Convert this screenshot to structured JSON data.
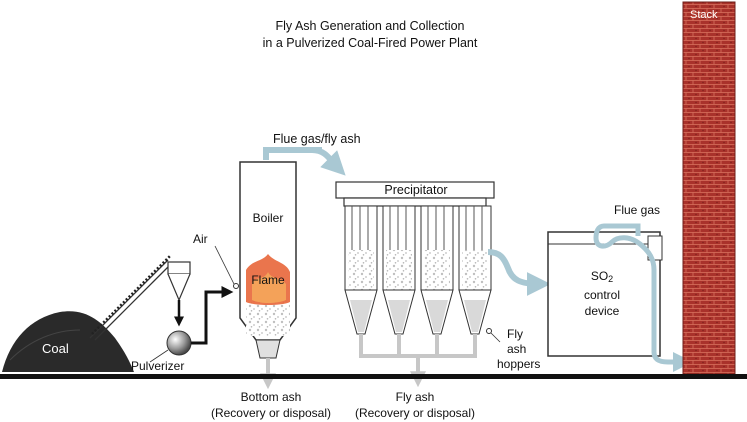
{
  "title": {
    "line1": "Fly Ash Generation and Collection",
    "line2": "in a Pulverized Coal-Fired Power Plant"
  },
  "labels": {
    "coal": "Coal",
    "pulverizer": "Pulverizer",
    "air": "Air",
    "boiler": "Boiler",
    "flame": "Flame",
    "flue_gas_fly_ash": "Flue gas/fly ash",
    "precipitator": "Precipitator",
    "so2_prefix": "SO",
    "so2_sub": "2",
    "so2_line2": "control",
    "so2_line3": "device",
    "flue_gas": "Flue gas",
    "stack": "Stack",
    "hoppers_line1": "Fly",
    "hoppers_line2": "ash",
    "hoppers_line3": "hoppers",
    "bottom_ash_line1": "Bottom ash",
    "bottom_ash_line2": "(Recovery or disposal)",
    "fly_ash_line1": "Fly ash",
    "fly_ash_line2": "(Recovery or disposal)"
  },
  "colors": {
    "flow_arrow": "#a9c8d3",
    "brick": "#a9322b",
    "brick_mortar": "#d9735f",
    "coal": "#2a2a2a",
    "flame": "#e8663a",
    "ground": "#111111",
    "outline": "#333333"
  }
}
